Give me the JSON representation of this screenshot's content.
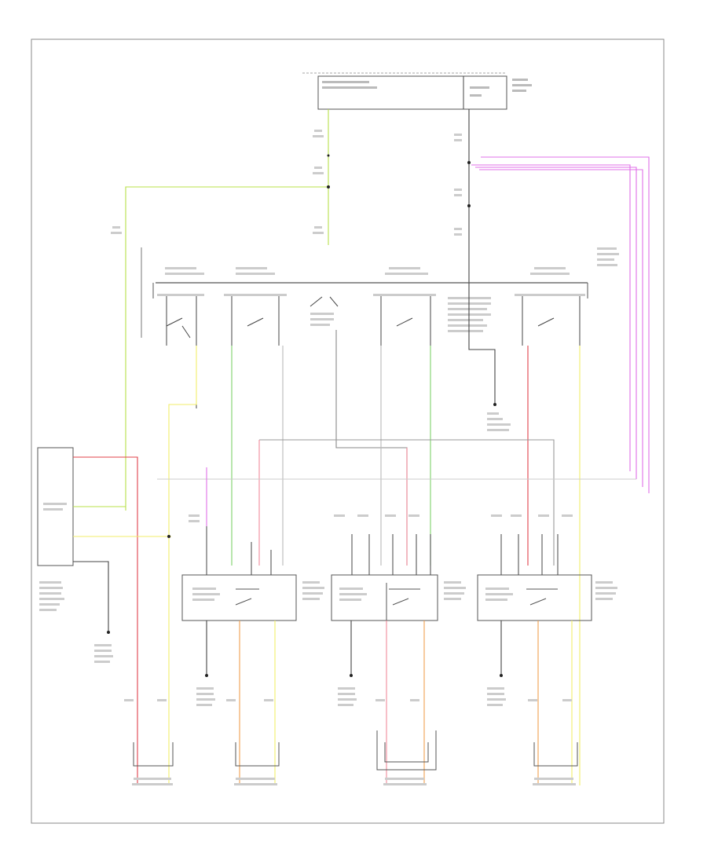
{
  "diagram": {
    "frame_code": "",
    "top_fuse_box_label": "",
    "colors": {
      "black": "#444444",
      "green_yellow": "#b8e04a",
      "green": "#7fd06a",
      "red": "#e0404a",
      "pink": "#f08a9a",
      "yellow": "#f2ee6a",
      "orange": "#f0a050",
      "violet": "#e070e8",
      "gray": "#b8b8b8"
    },
    "components": [
      {
        "key": "fuse_box"
      },
      {
        "key": "master_switch"
      },
      {
        "key": "control_unit"
      },
      {
        "key": "lf_switch_unit"
      },
      {
        "key": "lr_switch_unit"
      },
      {
        "key": "rf_switch_unit"
      },
      {
        "key": "lf_motor"
      },
      {
        "key": "rf_motor"
      },
      {
        "key": "lr_motor"
      },
      {
        "key": "rr_motor"
      }
    ]
  }
}
